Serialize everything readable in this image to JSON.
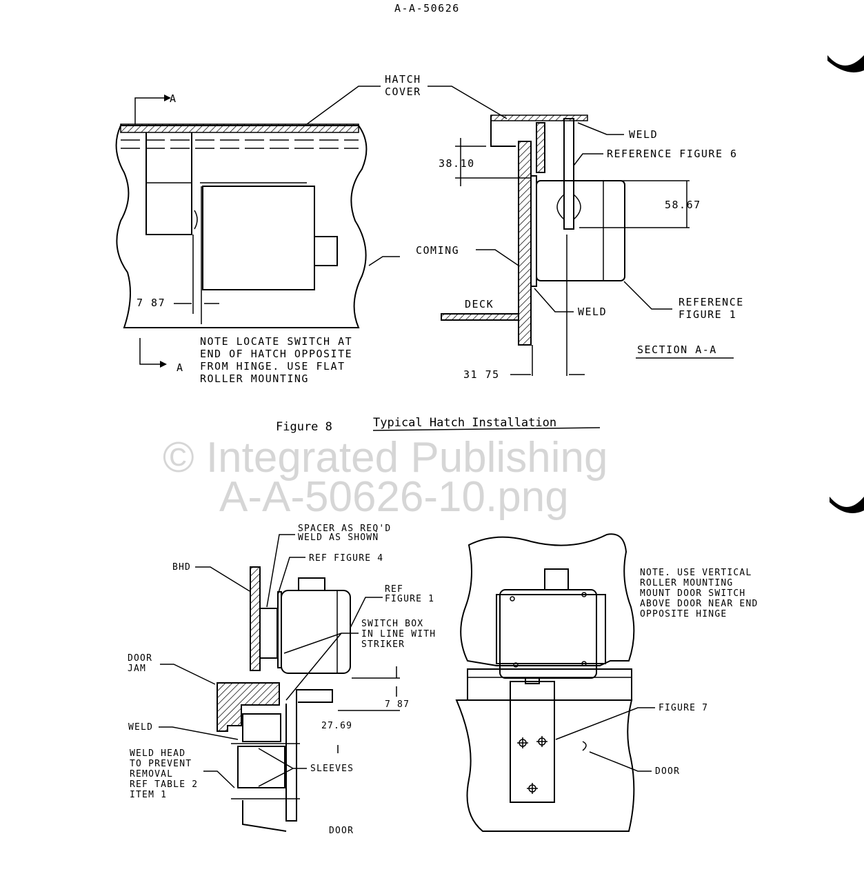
{
  "header": {
    "doc_number": "A-A-50626"
  },
  "figure8": {
    "caption_prefix": "Figure 8",
    "caption_title": "Typical Hatch Installation",
    "plan_view": {
      "section_mark_top": "A",
      "section_mark_bottom": "A",
      "hatch_cover_line1": "HATCH",
      "hatch_cover_line2": "COVER",
      "dim_787": "7 87",
      "note_lines": [
        "NOTE   LOCATE SWITCH AT",
        "END OF HATCH OPPOSITE",
        "FROM HINGE. USE FLAT",
        "ROLLER MOUNTING"
      ]
    },
    "section_view": {
      "weld_top": "WELD",
      "ref_fig6": "REFERENCE FIGURE 6",
      "dim_3810": "38.10",
      "dim_5867": "58.67",
      "coming": "COMING",
      "deck": "DECK",
      "weld_bottom": "WELD",
      "ref_fig1_line1": "REFERENCE",
      "ref_fig1_line2": "FIGURE 1",
      "dim_3175": "31 75",
      "title": "SECTION A-A"
    }
  },
  "figure9": {
    "side_view": {
      "spacer_line1": "SPACER AS REQ'D",
      "spacer_line2": "WELD AS SHOWN",
      "ref_fig4": "REF FIGURE 4",
      "bhd": "BHD",
      "ref_fig1_line1": "REF",
      "ref_fig1_line2": "FIGURE 1",
      "switch_box_lines": [
        "SWITCH BOX",
        "IN LINE WITH",
        "STRIKER"
      ],
      "door_jam_line1": "DOOR",
      "door_jam_line2": "JAM",
      "dim_787": "7 87",
      "dim_2769": "27.69",
      "weld": "WELD",
      "weld_head_lines": [
        "WELD HEAD",
        "TO PREVENT",
        "REMOVAL",
        "REF TABLE 2",
        "ITEM 1"
      ],
      "sleeves": "SLEEVES",
      "door": "DOOR"
    },
    "front_view": {
      "note_lines": [
        "NOTE. USE VERTICAL",
        "ROLLER MOUNTING",
        "MOUNT DOOR SWITCH",
        "ABOVE DOOR NEAR END",
        "OPPOSITE HINGE"
      ],
      "figure7": "FIGURE 7",
      "door": "DOOR"
    }
  },
  "watermark": {
    "line1": "© Integrated Publishing",
    "line2": "A-A-50626-10.png"
  }
}
